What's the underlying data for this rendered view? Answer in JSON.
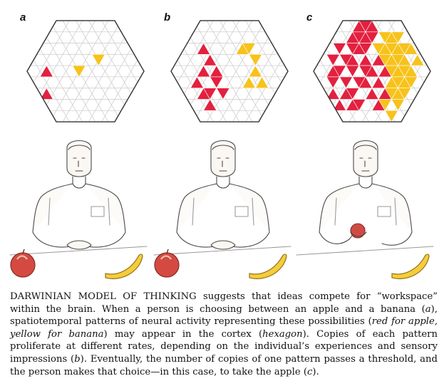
{
  "colors": {
    "apple_red": "#e3203f",
    "banana_yellow": "#f7c21a",
    "grid": "#cfcfcf",
    "hex_outline": "#333333"
  },
  "panels": [
    {
      "label": "a",
      "red": [
        [
          4,
          2
        ],
        [
          6,
          2
        ]
      ],
      "yellow": [
        [
          4,
          7
        ],
        [
          3,
          10
        ]
      ],
      "scene": {
        "apple": "apple",
        "banana": "banana",
        "holding_apple": false
      }
    },
    {
      "label": "b",
      "red": [
        [
          2,
          4
        ],
        [
          3,
          5
        ],
        [
          4,
          4
        ],
        [
          4,
          6
        ],
        [
          5,
          3
        ],
        [
          5,
          6
        ],
        [
          6,
          4
        ],
        [
          6,
          5
        ],
        [
          6,
          7
        ],
        [
          7,
          5
        ]
      ],
      "yellow": [
        [
          2,
          10
        ],
        [
          2,
          11
        ],
        [
          3,
          12
        ],
        [
          4,
          12
        ],
        [
          5,
          11
        ],
        [
          5,
          13
        ]
      ],
      "scene": {
        "apple": "apple",
        "banana": "banana",
        "holding_apple": false
      }
    },
    {
      "label": "c",
      "red": [
        [
          0,
          6
        ],
        [
          0,
          7
        ],
        [
          0,
          8
        ],
        [
          1,
          5
        ],
        [
          1,
          6
        ],
        [
          1,
          7
        ],
        [
          1,
          8
        ],
        [
          2,
          3
        ],
        [
          2,
          5
        ],
        [
          2,
          6
        ],
        [
          2,
          7
        ],
        [
          3,
          2
        ],
        [
          3,
          4
        ],
        [
          3,
          5
        ],
        [
          3,
          7
        ],
        [
          3,
          9
        ],
        [
          4,
          2
        ],
        [
          4,
          3
        ],
        [
          4,
          5
        ],
        [
          4,
          7
        ],
        [
          4,
          8
        ],
        [
          4,
          10
        ],
        [
          5,
          2
        ],
        [
          5,
          4
        ],
        [
          5,
          6
        ],
        [
          5,
          7
        ],
        [
          5,
          9
        ],
        [
          6,
          2
        ],
        [
          6,
          4
        ],
        [
          6,
          5
        ],
        [
          6,
          8
        ],
        [
          6,
          10
        ],
        [
          7,
          3
        ],
        [
          7,
          5
        ],
        [
          7,
          6
        ],
        [
          7,
          9
        ]
      ],
      "yellow": [
        [
          1,
          10
        ],
        [
          1,
          11
        ],
        [
          1,
          12
        ],
        [
          2,
          9
        ],
        [
          2,
          10
        ],
        [
          2,
          11
        ],
        [
          2,
          12
        ],
        [
          2,
          13
        ],
        [
          2,
          14
        ],
        [
          3,
          10
        ],
        [
          3,
          11
        ],
        [
          3,
          12
        ],
        [
          3,
          13
        ],
        [
          3,
          15
        ],
        [
          4,
          11
        ],
        [
          4,
          12
        ],
        [
          4,
          13
        ],
        [
          4,
          14
        ],
        [
          5,
          11
        ],
        [
          5,
          12
        ],
        [
          5,
          13
        ],
        [
          5,
          14
        ],
        [
          6,
          11
        ],
        [
          6,
          12
        ],
        [
          6,
          13
        ],
        [
          7,
          10
        ],
        [
          7,
          12
        ],
        [
          8,
          11
        ]
      ],
      "scene": {
        "apple": "apple",
        "banana": "banana",
        "holding_apple": true
      }
    }
  ],
  "caption": {
    "heading": "DARWINIAN MODEL OF THINKING",
    "t1": " suggests that ideas compete for “workspace” within the brain. When a person is choosing between an apple and a banana (",
    "a": "a",
    "t2": "), spatiotemporal patterns of neural activity representing these possibilities (",
    "red_yellow": "red for apple, yellow for banana",
    "t3": ") may appear in the cortex (",
    "hexagon": "hexagon",
    "t4": "). Copies of each pattern proliferate at different rates, depending on the individual’s experiences and sensory impressions (",
    "b": "b",
    "t5": "). Eventually, the number of copies of one pattern passes a threshold, and the person makes that choice—in this case, to take the apple (",
    "c": "c",
    "t6": ")."
  }
}
